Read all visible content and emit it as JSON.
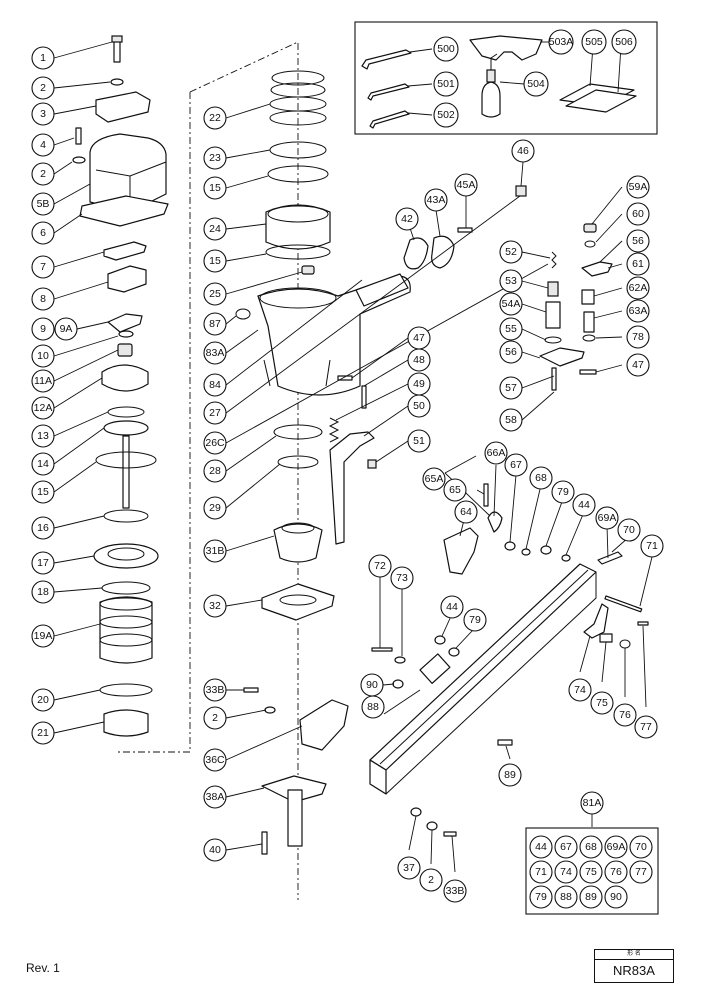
{
  "revision": "Rev. 1",
  "model": {
    "header": "形 名",
    "name": "NR83A"
  },
  "accessories_box_labels": [
    "500",
    "501",
    "502",
    "503A",
    "504",
    "505",
    "506"
  ],
  "set_group": {
    "label": "81A",
    "items": [
      "44",
      "67",
      "68",
      "69A",
      "70",
      "71",
      "74",
      "75",
      "76",
      "77",
      "79",
      "88",
      "89",
      "90"
    ]
  },
  "callouts": {
    "c1": "1",
    "c2a": "2",
    "c3": "3",
    "c4": "4",
    "c2b": "2",
    "c5B": "5B",
    "c6": "6",
    "c7": "7",
    "c8": "8",
    "c9": "9",
    "c9A": "9A",
    "c10": "10",
    "c11A": "11A",
    "c12A": "12A",
    "c13": "13",
    "c14": "14",
    "c15a": "15",
    "c16": "16",
    "c17": "17",
    "c18": "18",
    "c19A": "19A",
    "c20": "20",
    "c21": "21",
    "c22": "22",
    "c23": "23",
    "c15b": "15",
    "c24": "24",
    "c15c": "15",
    "c25": "25",
    "c87": "87",
    "c83A": "83A",
    "c84": "84",
    "c27": "27",
    "c26C": "26C",
    "c28": "28",
    "c29": "29",
    "c31B": "31B",
    "c32": "32",
    "c33Ba": "33B",
    "c2c": "2",
    "c36C": "36C",
    "c38A": "38A",
    "c40": "40",
    "c42": "42",
    "c43A": "43A",
    "c45A": "45A",
    "c46": "46",
    "c47a": "47",
    "c48": "48",
    "c49": "49",
    "c50": "50",
    "c51": "51",
    "c52": "52",
    "c53": "53",
    "c54A": "54A",
    "c55": "55",
    "c56a": "56",
    "c57": "57",
    "c58": "58",
    "c59A": "59A",
    "c60": "60",
    "c56b": "56",
    "c61": "61",
    "c62A": "62A",
    "c63A": "63A",
    "c78": "78",
    "c47b": "47",
    "c65A": "65A",
    "c66A": "66A",
    "c65": "65",
    "c64": "64",
    "c67": "67",
    "c68": "68",
    "c79a": "79",
    "c44a": "44",
    "c69A": "69A",
    "c70": "70",
    "c71": "71",
    "c72": "72",
    "c73": "73",
    "c44b": "44",
    "c79b": "79",
    "c90": "90",
    "c88": "88",
    "c74": "74",
    "c75": "75",
    "c76": "76",
    "c77": "77",
    "c89": "89",
    "c37": "37",
    "c2d": "2",
    "c33Bb": "33B"
  }
}
